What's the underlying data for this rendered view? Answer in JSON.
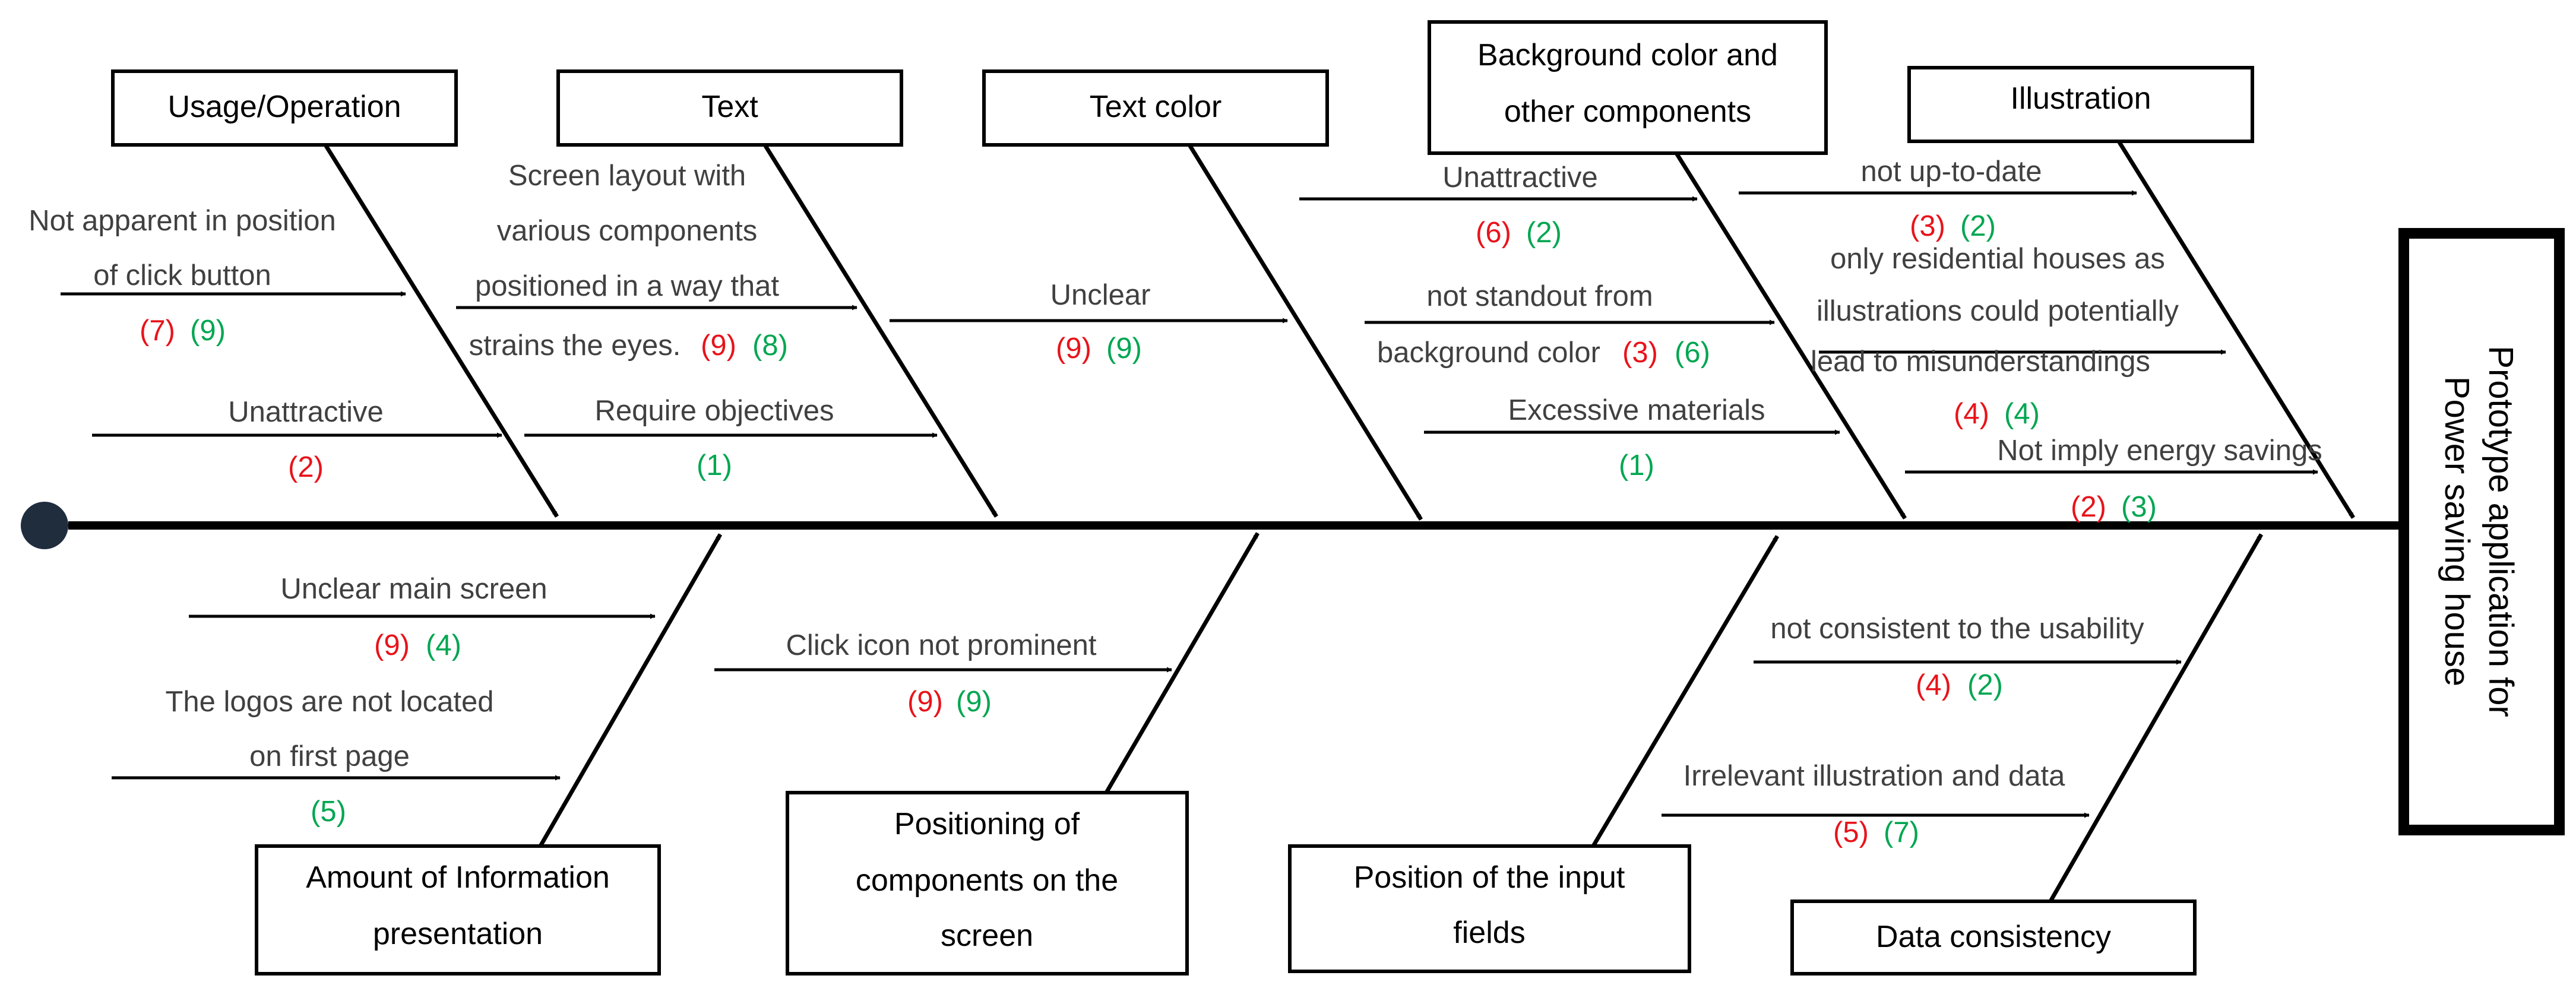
{
  "effect": {
    "line1": "Prototype application for",
    "line2": "Power saving house"
  },
  "categories": {
    "usage": {
      "label": "Usage/Operation"
    },
    "text": {
      "label": "Text"
    },
    "text_color": {
      "label": "Text color"
    },
    "background": {
      "line1": "Background color and",
      "line2": "other components"
    },
    "illustration": {
      "label": "Illustration"
    },
    "amount": {
      "line1": "Amount of Information",
      "line2": "presentation"
    },
    "positioning": {
      "line1": "Positioning of",
      "line2": "components on the",
      "line3": "screen"
    },
    "input_fields": {
      "line1": "Position of the input",
      "line2": "fields"
    },
    "data_consistency": {
      "label": "Data consistency"
    }
  },
  "causes": {
    "usage_1": {
      "line1": "Not apparent in position",
      "line2": "of click button",
      "red": "(7)",
      "green": "(9)"
    },
    "usage_2": {
      "line1": "Unattractive",
      "red": "(2)"
    },
    "text_1": {
      "line1": "Screen layout with",
      "line2": "various components",
      "line3": "positioned in a way that",
      "line4": "strains the eyes.",
      "red": "(9)",
      "green": "(8)"
    },
    "text_2": {
      "line1": "Require objectives",
      "green": "(1)"
    },
    "color_1": {
      "line1": "Unclear",
      "red": "(9)",
      "green": "(9)"
    },
    "bg_1": {
      "line1": "Unattractive",
      "red": "(6)",
      "green": "(2)"
    },
    "bg_2": {
      "line1": "not standout from",
      "line2": "background color",
      "red": "(3)",
      "green": "(6)"
    },
    "bg_3": {
      "line1": "Excessive materials",
      "green": "(1)"
    },
    "ill_1": {
      "line1": "not up-to-date",
      "red": "(3)",
      "green": "(2)"
    },
    "ill_2": {
      "line1": "only residential houses as",
      "line2": "illustrations could potentially",
      "line3": "lead to misunderstandings",
      "red": "(4)",
      "green": "(4)"
    },
    "ill_3": {
      "line1": "Not imply energy savings",
      "red": "(2)",
      "green": "(3)"
    },
    "amount_1": {
      "line1": "Unclear main screen",
      "red": "(9)",
      "green": "(4)"
    },
    "amount_2": {
      "line1": "The logos are not located",
      "line2": "on first page",
      "green": "(5)"
    },
    "pos_1": {
      "line1": "Click icon not prominent",
      "red": "(9)",
      "green": "(9)"
    },
    "dc_1": {
      "line1": "not consistent to the usability",
      "red": "(4)",
      "green": "(2)"
    },
    "dc_2": {
      "line1": "Irrelevant illustration and data",
      "red": "(5)",
      "green": "(7)"
    }
  },
  "colors": {
    "line": "#000000",
    "cause_text": "#404040",
    "score_red": "#e8131a",
    "score_green": "#00a651",
    "spine_dot": "#1f2d3d"
  }
}
